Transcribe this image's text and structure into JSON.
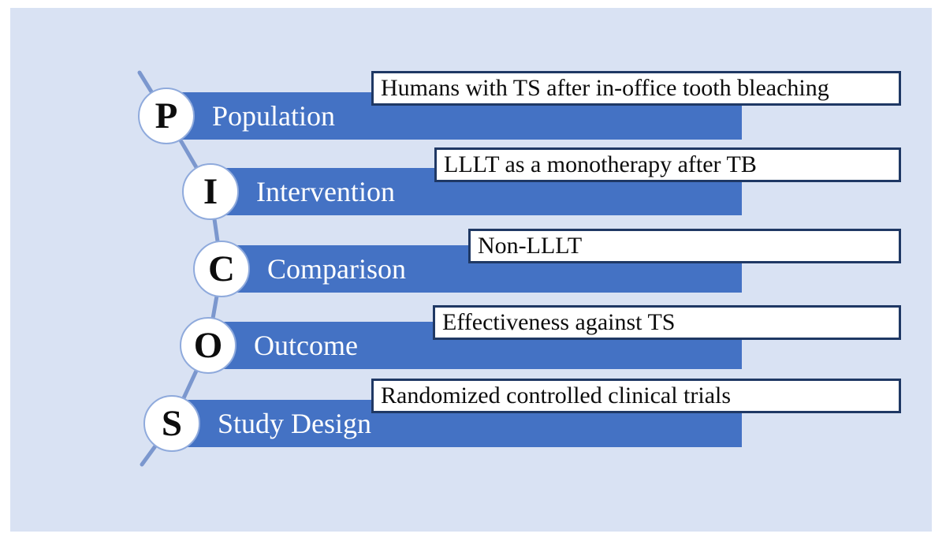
{
  "title": "PICOS framework diagram",
  "colors": {
    "outer_bg": "#ffffff",
    "panel_bg": "#d9e2f3",
    "bar": "#4472c4",
    "bar_text": "#ffffff",
    "box_bg": "#ffffff",
    "box_border": "#1f3864",
    "box_text": "#0d0d0d",
    "circle_bg": "#ffffff",
    "circle_border": "#8faadc",
    "circle_text": "#0d0d0d",
    "line": "#7b97ce"
  },
  "rows": [
    {
      "letter": "P",
      "label": "Population",
      "detail": "Humans with TS after in-office tooth bleaching"
    },
    {
      "letter": "I",
      "label": "Intervention",
      "detail": "LLLT as a monotherapy after TB"
    },
    {
      "letter": "C",
      "label": "Comparison",
      "detail": "Non-LLLT"
    },
    {
      "letter": "O",
      "label": "Outcome",
      "detail": "Effectiveness against TS"
    },
    {
      "letter": "S",
      "label": "Study Design",
      "detail": "Randomized controlled clinical trials"
    }
  ]
}
